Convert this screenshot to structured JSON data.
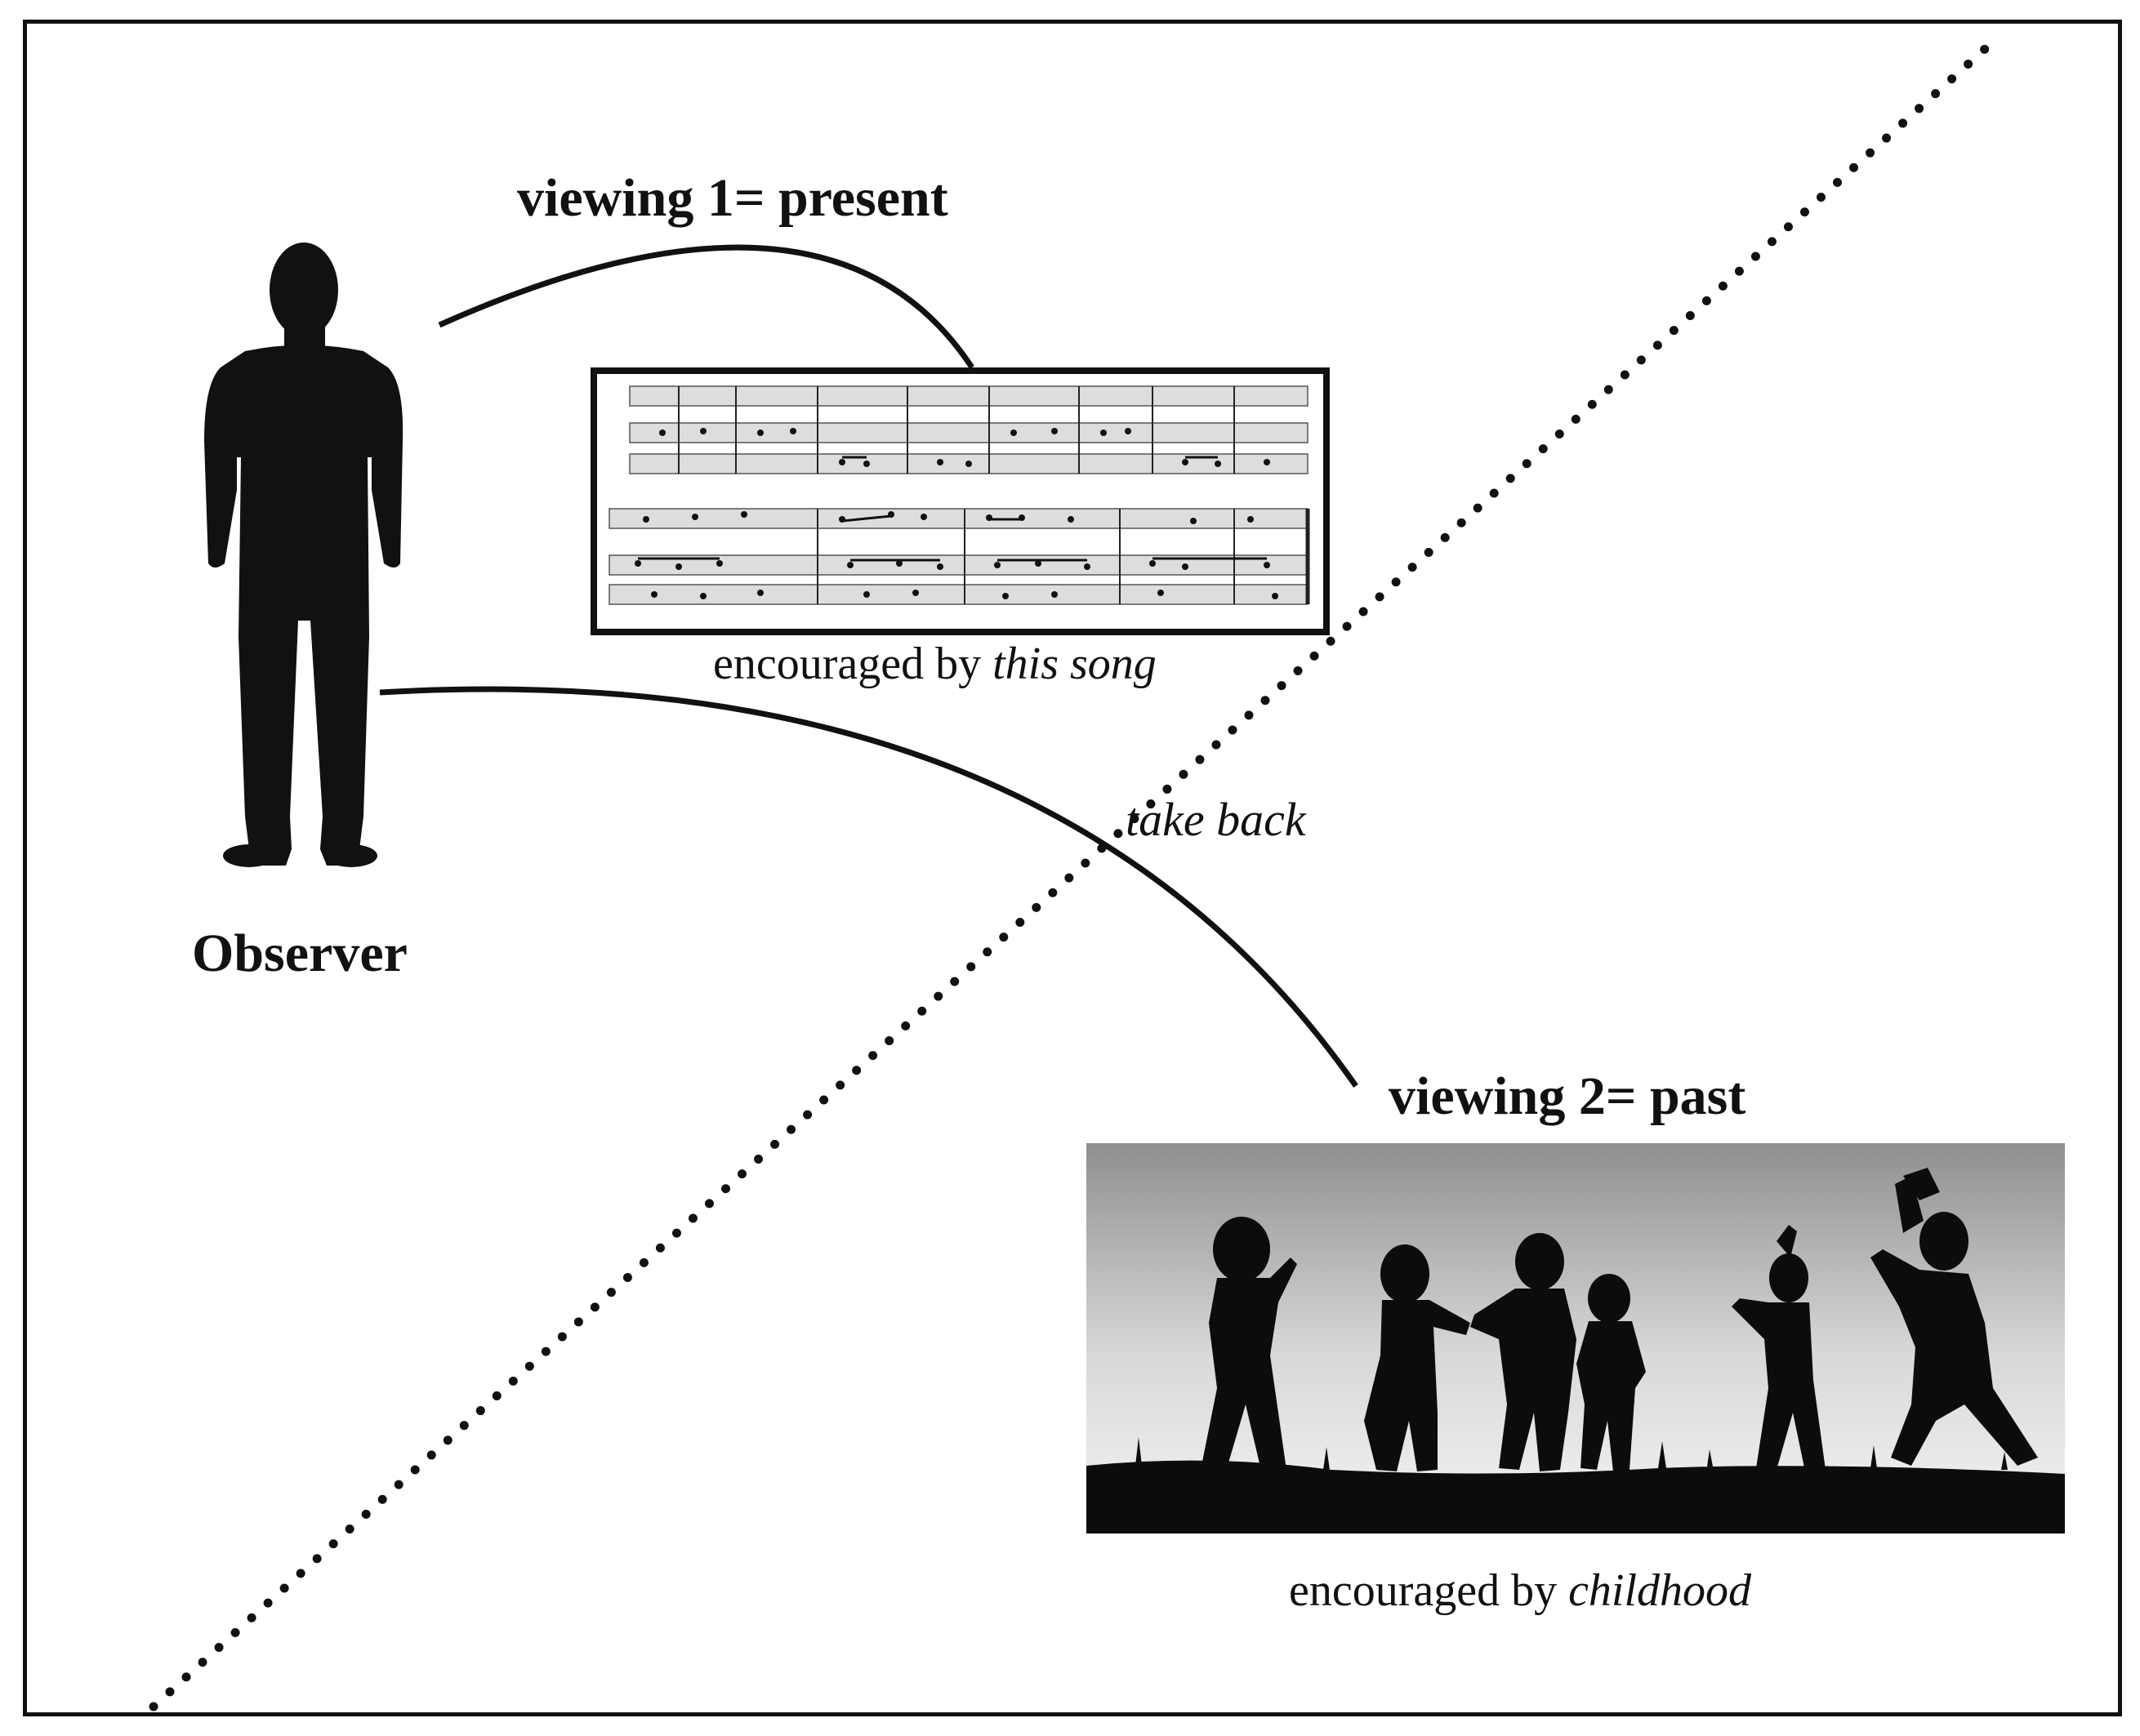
{
  "viewing1": {
    "label": "viewing 1= present",
    "caption_prefix": "encouraged by",
    "caption_italic": "this song"
  },
  "viewing2": {
    "label": "viewing 2= past",
    "caption_prefix": "encouraged by",
    "caption_italic": "childhood"
  },
  "observer_label": "Observer",
  "take_back_label": "take back",
  "colors": {
    "ink": "#111111",
    "sky_top": "#9a9a9a",
    "sky_bottom": "#f2f2f2"
  }
}
